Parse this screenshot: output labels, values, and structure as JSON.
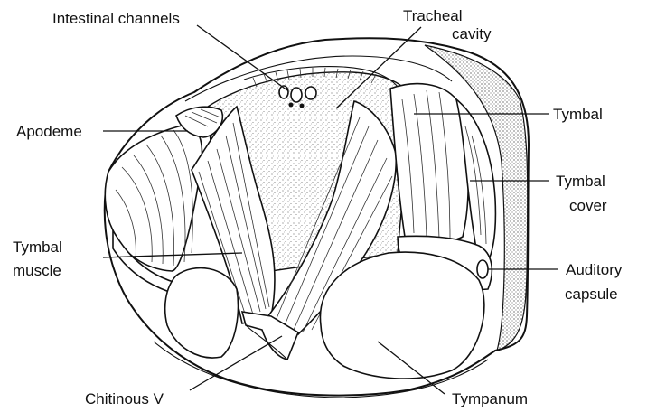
{
  "labels": {
    "intestinal_channels": "Intestinal channels",
    "tracheal_line1": "Tracheal",
    "tracheal_line2": "cavity",
    "tymbal": "Tymbal",
    "tymbal_cover_line1": "Tymbal",
    "tymbal_cover_line2": "cover",
    "apodeme": "Apodeme",
    "tymbal_muscle_line1": "Tymbal",
    "tymbal_muscle_line2": "muscle",
    "auditory_line1": "Auditory",
    "auditory_line2": "capsule",
    "chitinous_v": "Chitinous V",
    "tympanum": "Tympanum"
  }
}
